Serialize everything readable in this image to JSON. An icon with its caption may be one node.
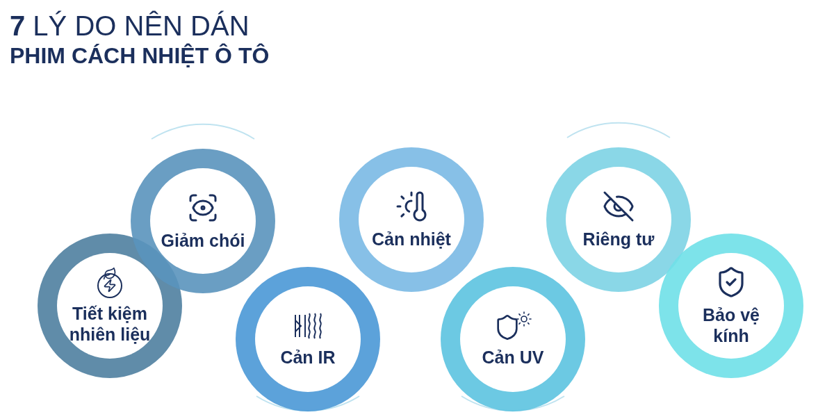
{
  "diagram": {
    "title": "**7** LÝ DO NÊN DÁN **PHIM CÁCH NHIỆT Ô TÔ**",
    "nodes": [
      {
        "text": [
          "Tiết kiệm nhiên liệu"
        ]
      },
      {
        "text": [
          "Giảm chói"
        ]
      },
      {
        "text": [
          "Cản IR"
        ]
      },
      {
        "text": [
          "Cản nhiệt"
        ]
      },
      {
        "text": [
          "Cản UV"
        ]
      },
      {
        "text": [
          "Riêng tư"
        ]
      },
      {
        "text": [
          "Bảo vệ kính"
        ]
      }
    ],
    "edges": []
  }
}
